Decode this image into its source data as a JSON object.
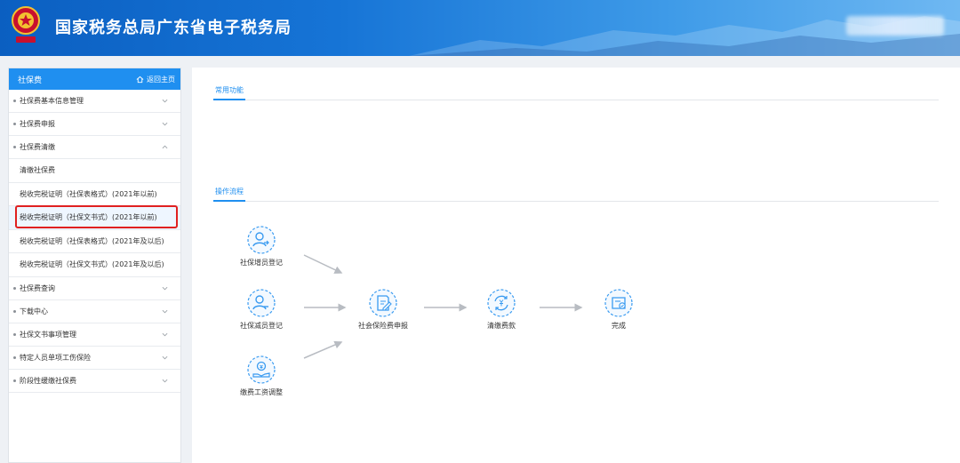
{
  "header": {
    "title": "国家税务总局广东省电子税务局"
  },
  "sidebar": {
    "title": "社保费",
    "home_label": "返回主页",
    "items": [
      {
        "label": "社保费基本信息管理",
        "expanded": false
      },
      {
        "label": "社保费申报",
        "expanded": false
      },
      {
        "label": "社保费清缴",
        "expanded": true
      }
    ],
    "sub_items": [
      {
        "label": "清缴社保费"
      },
      {
        "label": "税收完税证明（社保表格式）(2021年以前)"
      },
      {
        "label": "税收完税证明（社保文书式）(2021年以前)",
        "selected": true
      },
      {
        "label": "税收完税证明（社保表格式）(2021年及以后)"
      },
      {
        "label": "税收完税证明（社保文书式）(2021年及以后)"
      }
    ],
    "items_after": [
      {
        "label": "社保费查询"
      },
      {
        "label": "下载中心"
      },
      {
        "label": "社保文书事项管理"
      },
      {
        "label": "特定人员单项工伤保险"
      },
      {
        "label": "阶段性缓缴社保费"
      }
    ]
  },
  "content": {
    "common_title": "常用功能",
    "flow_title": "操作流程",
    "nodes": {
      "add_member": "社保增员登记",
      "remove_member": "社保减员登记",
      "wage_adjust": "缴费工资调整",
      "declare": "社会保险费申报",
      "clear_pay": "清缴费款",
      "done": "完成"
    }
  },
  "colors": {
    "accent": "#1f8ff0",
    "header_dark": "#0b5fc1",
    "highlight": "#e02020"
  }
}
